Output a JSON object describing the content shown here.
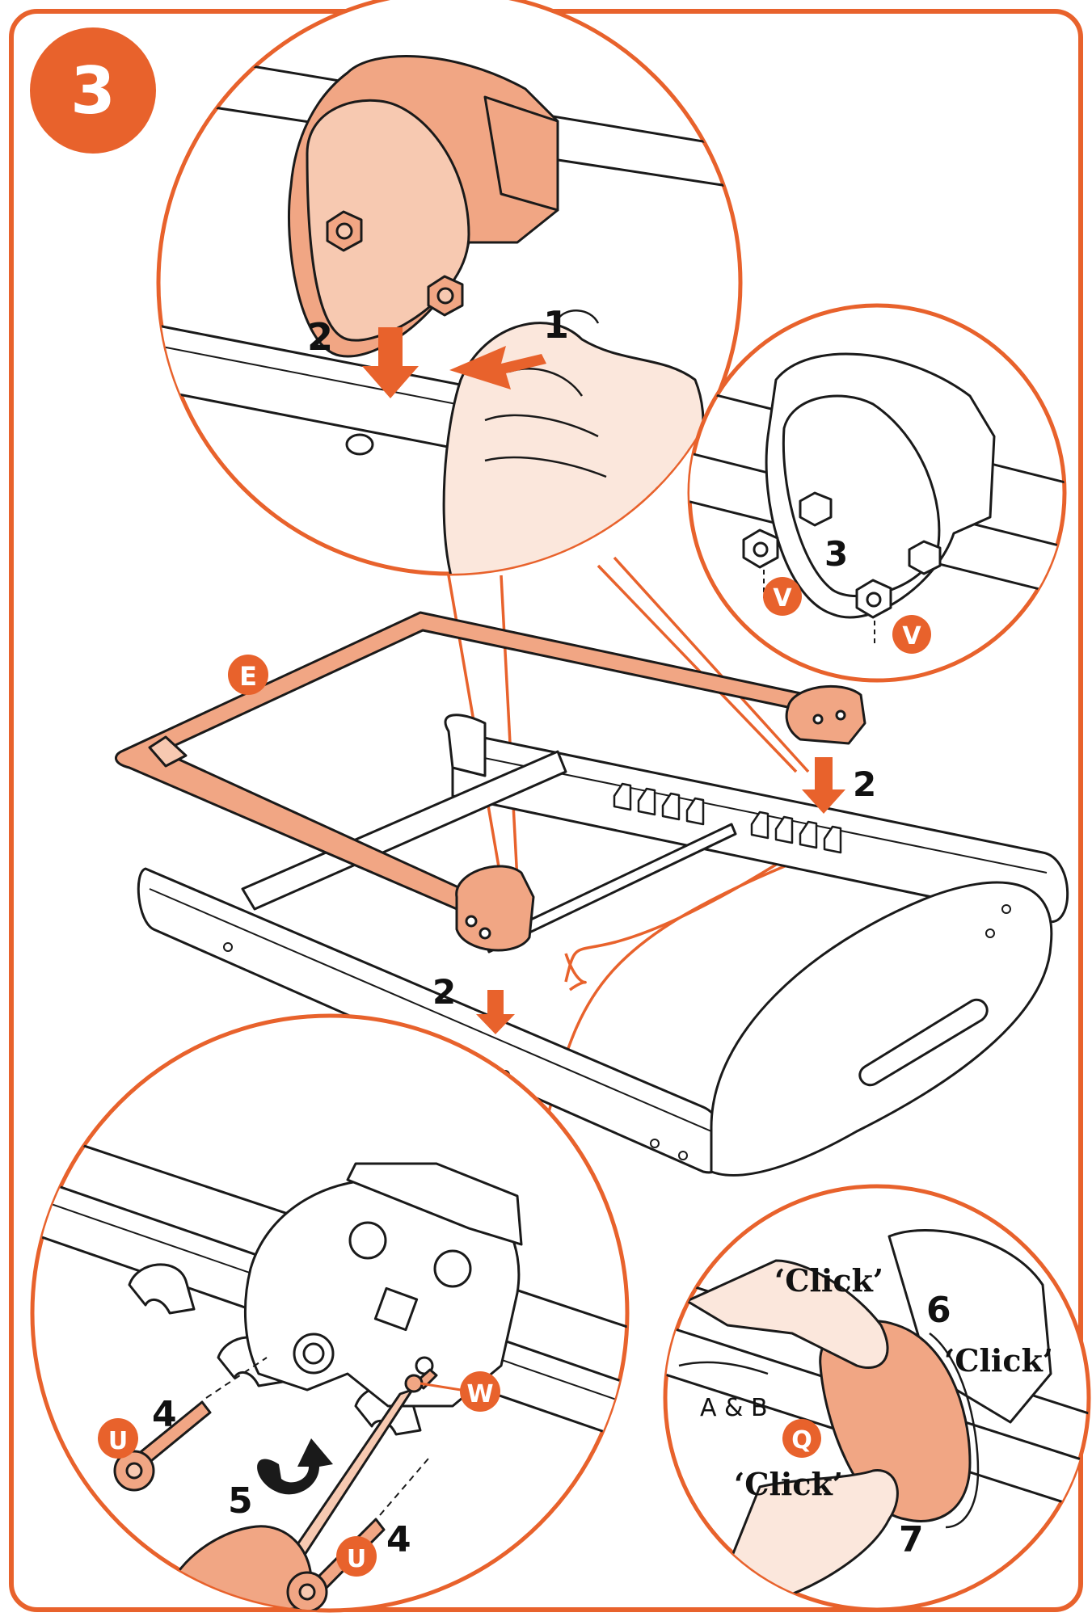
{
  "step": {
    "number": "3"
  },
  "colors": {
    "accent": "#e8622c",
    "part_fill": "#f1a684",
    "part_light": "#f7c9b1",
    "line": "#1a1a1a",
    "skin": "#fbe7dc"
  },
  "parts": {
    "E": "E",
    "V": "V",
    "U": "U",
    "W": "W",
    "Q": "Q"
  },
  "labels": {
    "one": "1",
    "two": "2",
    "three": "3",
    "four": "4",
    "five": "5",
    "six": "6",
    "seven": "7",
    "click": "‘Click’",
    "ab": "A & B"
  },
  "icons": [
    "down-arrow-icon",
    "left-arrow-icon",
    "rotate-arrow-icon",
    "screwdriver-icon",
    "screw-icon",
    "nut-icon",
    "hand-icon"
  ]
}
